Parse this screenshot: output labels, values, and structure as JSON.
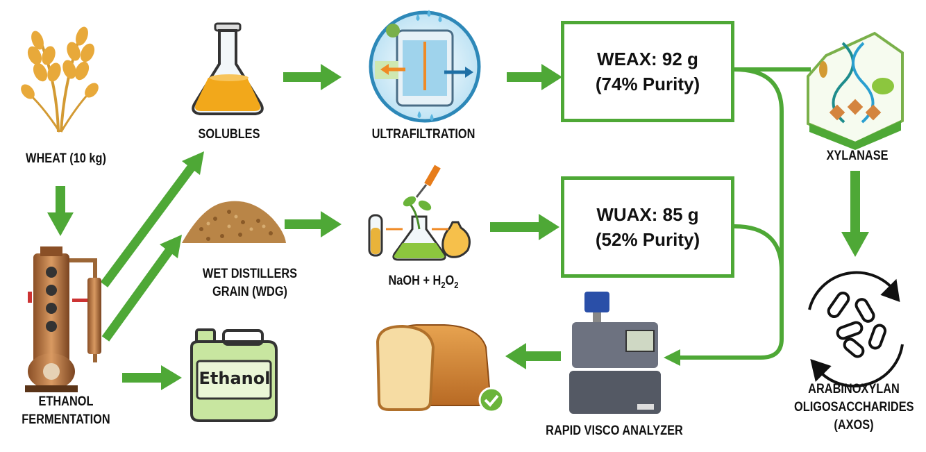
{
  "labels": {
    "wheat": "WHEAT (10 kg)",
    "ethanol_fermentation_1": "ETHANOL",
    "ethanol_fermentation_2": "FERMENTATION",
    "solubles": "SOLUBLES",
    "wdg_1": "WET DISTILLERS",
    "wdg_2": "GRAIN (WDG)",
    "ultrafiltration": "ULTRAFILTRATION",
    "naoh": "NaOH + H",
    "naoh_sub1": "2",
    "naoh_o": "O",
    "naoh_sub2": "2",
    "xylanase": "XYLANASE",
    "axos_1": "ARABINOXYLAN",
    "axos_2": "OLIGOSACCHARIDES",
    "axos_3": "(AXOS)",
    "rva": "RAPID VISCO ANALYZER",
    "jug_text": "Ethanol"
  },
  "boxes": {
    "weax_line1": "WEAX: 92 g",
    "weax_line2": "(74% Purity)",
    "wuax_line1": "WUAX: 85 g",
    "wuax_line2": "(52% Purity)"
  },
  "colors": {
    "arrow_green": "#4ea836",
    "box_border": "#4ea836",
    "wheat_gold": "#e8a93a",
    "copper": "#b8743f"
  }
}
